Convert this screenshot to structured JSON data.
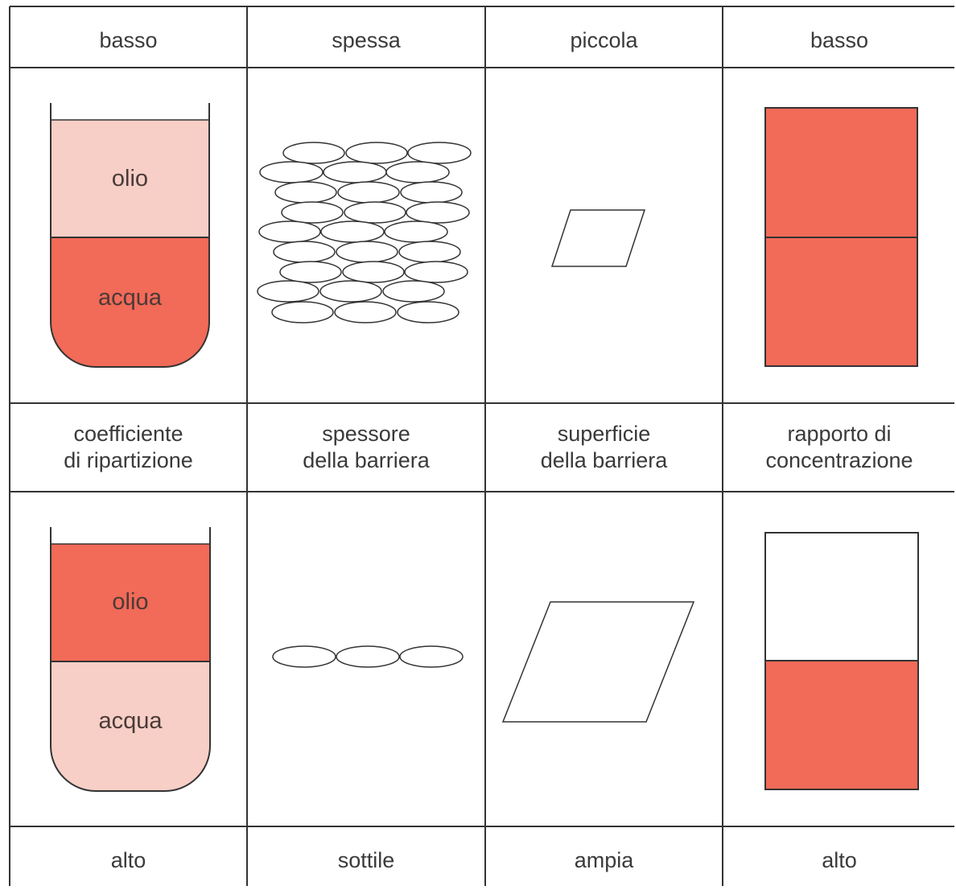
{
  "columns": [
    {
      "top_label": "basso",
      "bottom_label": "alto",
      "caption": [
        "coefficiente",
        "di ripartizione"
      ]
    },
    {
      "top_label": "spessa",
      "bottom_label": "sottile",
      "caption": [
        "spessore",
        "della barriera"
      ]
    },
    {
      "top_label": "piccola",
      "bottom_label": "ampia",
      "caption": [
        "superficie",
        "della barriera"
      ]
    },
    {
      "top_label": "basso",
      "bottom_label": "alto",
      "caption": [
        "rapporto di",
        "concentrazione"
      ]
    }
  ],
  "beaker_top": {
    "upper_phase": "olio",
    "lower_phase": "acqua"
  },
  "beaker_bottom": {
    "upper_phase": "olio",
    "lower_phase": "acqua"
  },
  "colors": {
    "light_fill": "#f7cfc6",
    "dark_fill": "#f26a58",
    "line": "#333333"
  }
}
